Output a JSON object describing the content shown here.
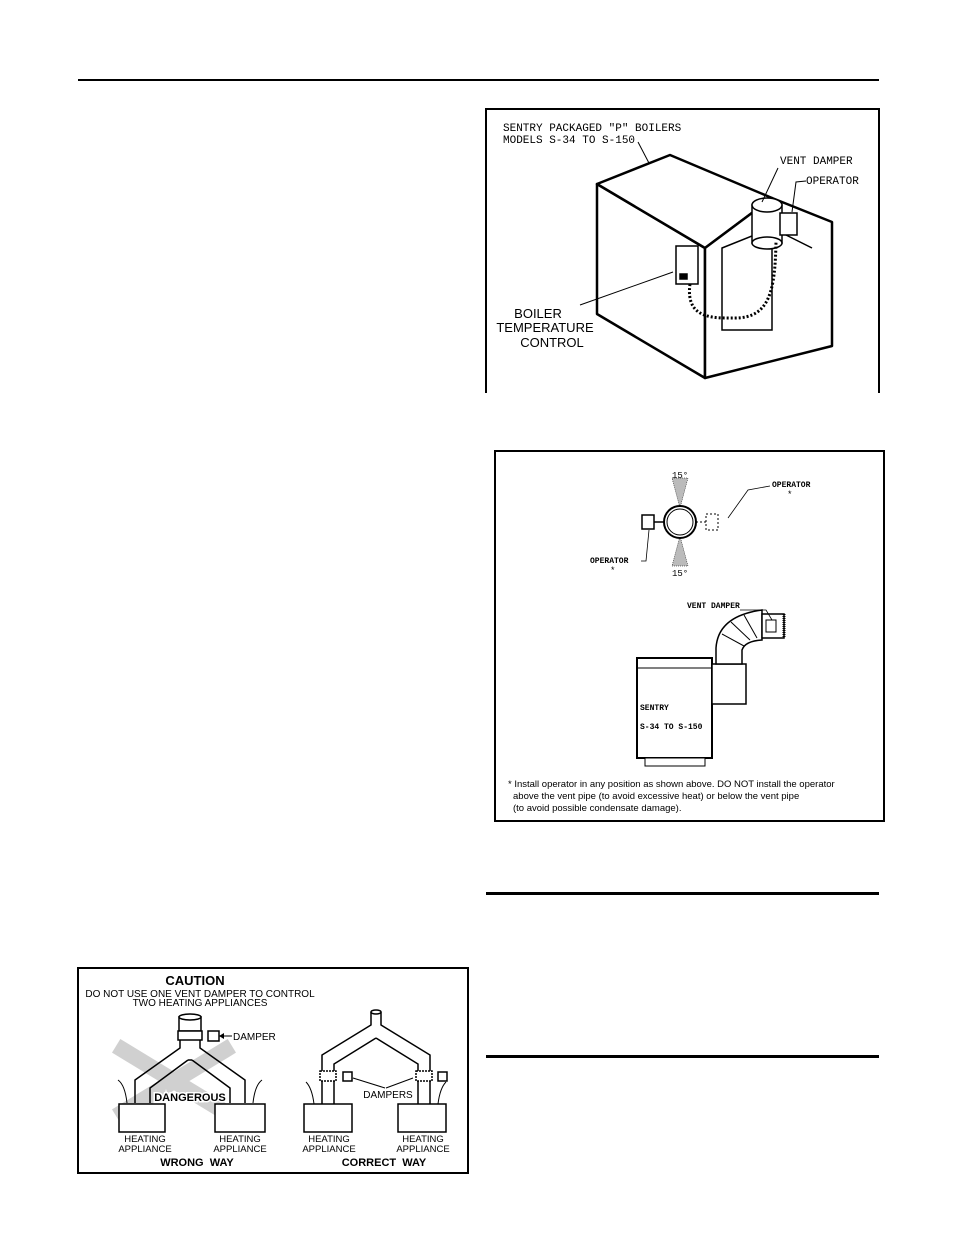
{
  "figure1": {
    "title_line1": "SENTRY PACKAGED \"P\" BOILERS",
    "title_line2": "MODELS S-34 TO S-150",
    "vent_damper": "VENT DAMPER",
    "operator": "OPERATOR",
    "boiler_line1": "BOILER",
    "boiler_line2": "TEMPERATURE",
    "boiler_line3": "CONTROL"
  },
  "figure2": {
    "angle_top": "15°",
    "angle_bottom": "15°",
    "operator_left": "OPERATOR",
    "operator_right": "OPERATOR",
    "asterisk_left": "*",
    "asterisk_right": "*",
    "vent_damper": "VENT DAMPER",
    "boiler_name": "SENTRY",
    "boiler_models": "S-34 TO S-150",
    "note_line1": "* Install operator in any position as shown above.  DO NOT install the operator",
    "note_line2": "above the vent pipe (to avoid excessive heat) or below the vent pipe",
    "note_line3": "(to avoid possible condensate damage)."
  },
  "caution": {
    "title": "CAUTION",
    "line1": "DO NOT USE ONE VENT DAMPER TO CONTROL",
    "line2": "TWO HEATING APPLIANCES",
    "damper": "DAMPER",
    "dangerous": "DANGEROUS",
    "dampers": "DAMPERS",
    "appliance_line1": "HEATING",
    "appliance_line2": "APPLIANCE",
    "wrong_way": "WRONG  WAY",
    "correct_way": "CORRECT  WAY"
  }
}
